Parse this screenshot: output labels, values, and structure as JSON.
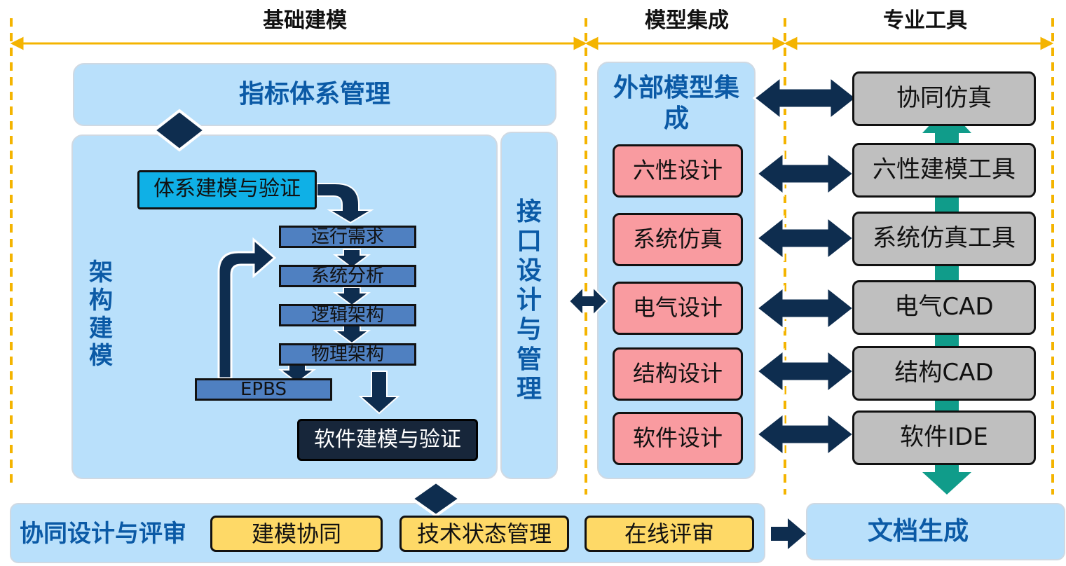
{
  "sections": {
    "basic_modeling": "基础建模",
    "model_integration": "模型集成",
    "professional_tools": "专业工具"
  },
  "indicator_panel": {
    "title": "指标体系管理"
  },
  "architecture_panel": {
    "vertical_label": "架构建模",
    "system_modeling": "体系建模与验证",
    "steps": [
      "运行需求",
      "系统分析",
      "逻辑架构",
      "物理架构"
    ],
    "epbs": "EPBS",
    "software_modeling": "软件建模与验证"
  },
  "interface_panel": {
    "vertical_label": "接口设计与管理"
  },
  "external_panel": {
    "title": "外部模型集成",
    "designs": [
      "六性设计",
      "系统仿真",
      "电气设计",
      "结构设计",
      "软件设计"
    ]
  },
  "tools": [
    "协同仿真",
    "六性建模工具",
    "系统仿真工具",
    "电气CAD",
    "结构CAD",
    "软件IDE"
  ],
  "collab_panel": {
    "title": "协同设计与评审",
    "items": [
      "建模协同",
      "技术状态管理",
      "在线评审"
    ]
  },
  "doc_panel": {
    "title": "文档生成"
  },
  "colors": {
    "navy": "#0e2d4f",
    "panel_blue": "#b9e0fb",
    "title_blue": "#0b5aa6",
    "step_blue": "#4f80c1",
    "system_cyan": "#0fb0e6",
    "pink": "#f99ba0",
    "gray": "#bfbfbf",
    "yellow": "#fed967",
    "teal": "#109c8a",
    "gold_line": "#f4b400"
  }
}
